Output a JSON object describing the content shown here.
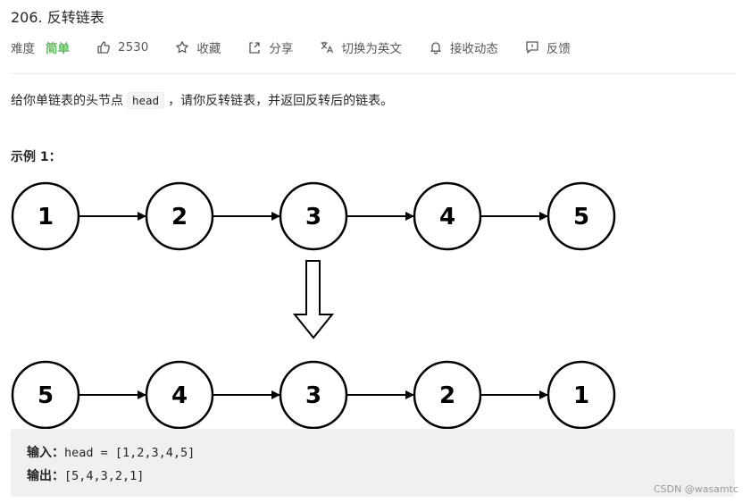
{
  "problem": {
    "title": "206. 反转链表",
    "difficulty_label": "难度",
    "difficulty": "简单"
  },
  "actions": {
    "likes": "2530",
    "favorite": "收藏",
    "share": "分享",
    "switch_lang": "切换为英文",
    "follow": "接收动态",
    "feedback": "反馈"
  },
  "description": {
    "before": "给你单链表的头节点",
    "code": "head",
    "after": "，请你反转链表，并返回反转后的链表。"
  },
  "example": {
    "title": "示例 1：",
    "input_label": "输入：",
    "input_value": "head = [1,2,3,4,5]",
    "output_label": "输出：",
    "output_value": "[5,4,3,2,1]"
  },
  "diagram": {
    "top_nodes": [
      "1",
      "2",
      "3",
      "4",
      "5"
    ],
    "bottom_nodes": [
      "5",
      "4",
      "3",
      "2",
      "1"
    ]
  },
  "watermark": "CSDN @wasamtc",
  "colors": {
    "difficulty_easy": "#5cb85c",
    "code_bg": "#f0f0f0"
  }
}
